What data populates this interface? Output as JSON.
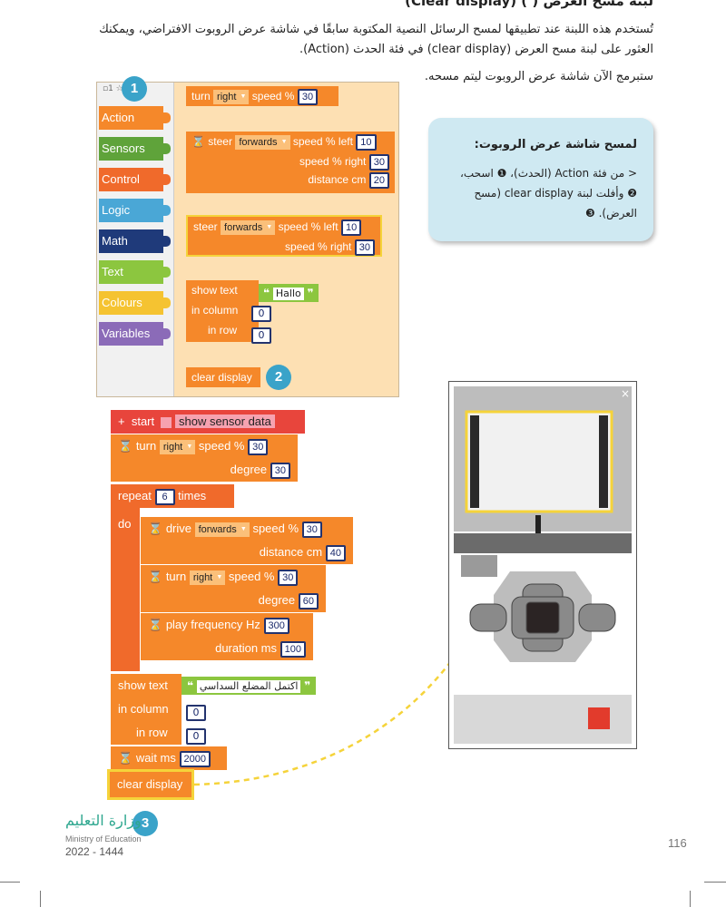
{
  "header": {
    "heading": "لبنة مسح العرض ( ) (Clear display)",
    "para1": "تُستخدم هذه اللبنة عند تطبيقها لمسح الرسائل النصية المكتوبة سابقًا في شاشة عرض الروبوت الافتراضي، ويمكنك العثور على لبنة مسح العرض (clear display) في فئة الحدث (Action).",
    "para2": "ستبرمج الآن شاشة عرض الروبوت ليتم مسحه."
  },
  "palette": {
    "tabs": "▫1 ☆2",
    "categories": [
      "Action",
      "Sensors",
      "Control",
      "Logic",
      "Math",
      "Text",
      "Colours",
      "Variables"
    ]
  },
  "top_blocks": {
    "turn": "turn",
    "right": "right",
    "speed_pct": "speed %",
    "v30": "30",
    "steer": "steer",
    "forwards": "forwards",
    "left": "left",
    "v10": "10",
    "speed_right": "speed % right",
    "v30b": "30",
    "distance_cm": "distance cm",
    "v20": "20",
    "steer2": "steer",
    "forwards2": "forwards",
    "speed_left": "speed % left",
    "v10b": "10",
    "speed_right2": "speed % right",
    "v30c": "30",
    "show_text": "show text",
    "hallo": "Hallo",
    "in_column": "in column",
    "v0": "0",
    "in_row": "in row",
    "v0b": "0",
    "clear_display": "clear display"
  },
  "badges": {
    "b1": "1",
    "b2": "2",
    "b3": "3"
  },
  "tip": {
    "title": "لمسح شاشة عرض الروبوت:",
    "line1": "< من فئة Action (الحدث)، ❶ اسحب،",
    "line2": "❷ وأفلت لبنة clear display (مسح",
    "line3": "العرض). ❸"
  },
  "program": {
    "plus": "+",
    "start": "start",
    "show_sensor": "show sensor data",
    "turn": "turn",
    "right": "right",
    "speed_pct": "speed %",
    "v30": "30",
    "degree": "degree",
    "v30b": "30",
    "repeat": "repeat",
    "v6": "6",
    "times": "times",
    "do": "do",
    "drive": "drive",
    "forwards": "forwards",
    "speed_pct2": "speed %",
    "v30c": "30",
    "distance_cm": "distance cm",
    "v40": "40",
    "turn2": "turn",
    "right2": "right",
    "speed_pct3": "speed %",
    "v30d": "30",
    "degree2": "degree",
    "v60": "60",
    "play": "play",
    "freq": "frequency Hz",
    "v300": "300",
    "duration": "duration ms",
    "v100": "100",
    "show_text": "show text",
    "ar_text": "اكتمل المضلع السداسي",
    "in_column": "in column",
    "v0": "0",
    "in_row": "in row",
    "v0b": "0",
    "wait": "wait ms",
    "v2000": "2000",
    "clear": "clear display"
  },
  "footer": {
    "logo": "وزارة التعليم",
    "ministry": "Ministry of Education",
    "year": "2022 - 1444",
    "page": "116"
  },
  "colors": {
    "action": "#f5882a",
    "sensors": "#5fa33a",
    "control": "#f06a2b",
    "logic": "#4aa7d6",
    "math": "#1f3a7a",
    "text": "#8cc63f",
    "colours": "#f5c331",
    "variables": "#8b6bb8"
  }
}
